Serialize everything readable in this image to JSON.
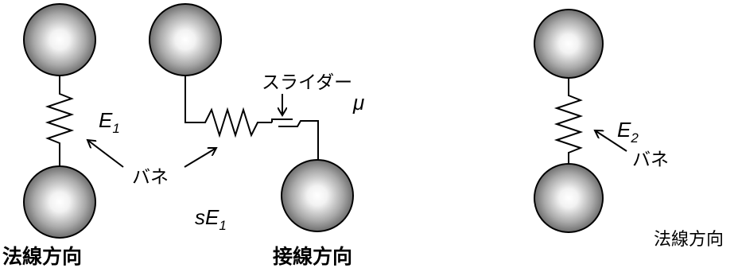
{
  "left_panel": {
    "spring_label_main": "E",
    "spring_label_sub": "1",
    "spring_text": "バネ",
    "slider_text": "スライダー",
    "friction_symbol": "μ",
    "tangent_label_prefix": "s",
    "tangent_label_main": "E",
    "tangent_label_sub": "1",
    "normal_caption": "法線方向",
    "tangent_caption": "接線方向"
  },
  "right_panel": {
    "spring_label_main": "E",
    "spring_label_sub": "2",
    "spring_text": "バネ",
    "normal_caption": "法線方向"
  },
  "colors": {
    "sphere_highlight": "#ffffff",
    "sphere_shadow": "#5a5a5a",
    "line": "#000000"
  }
}
